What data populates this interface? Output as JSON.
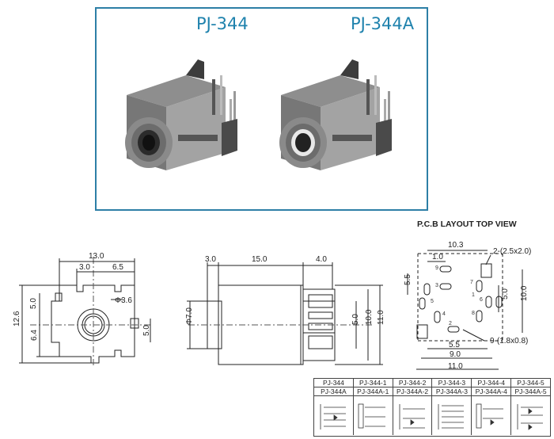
{
  "product_panel": {
    "titles": [
      "PJ-344",
      "PJ-344A"
    ]
  },
  "front_view": {
    "dims": {
      "width": "13.0",
      "offset": "3.0",
      "right": "6.5",
      "height": "12.6",
      "upper": "5.0",
      "lower": "6.4",
      "right_side": "5.0",
      "hole": "Φ3.6"
    }
  },
  "side_view": {
    "dims": {
      "left": "3.0",
      "body": "15.0",
      "tail": "4.0",
      "diameter": "Φ7.0",
      "pin_gap": "5.0",
      "inner_height": "10.0",
      "total_height": "11.0"
    }
  },
  "pcb_layout": {
    "title": "P.C.B LAYOUT    TOP VIEW",
    "dims": {
      "top": "10.3",
      "pad": "2-(2.5x2.0)",
      "small": "1.0",
      "left": "5.5",
      "right": "5.0",
      "height": "10.0",
      "slot": "9-(1.8x0.8)",
      "bottom_a": "5.5",
      "bottom_b": "9.0",
      "bottom_c": "11.0"
    },
    "pin_numbers": [
      "1",
      "2",
      "3",
      "4",
      "5",
      "6",
      "7",
      "8",
      "9"
    ]
  },
  "variant_table": {
    "row1": [
      "PJ-344",
      "PJ-344-1",
      "PJ-344-2",
      "PJ-344-3",
      "PJ-344-4",
      "PJ-344-5"
    ],
    "row2": [
      "PJ-344A",
      "PJ-344A-1",
      "PJ-344A-2",
      "PJ-344A-3",
      "PJ-344A-4",
      "PJ-344A-5"
    ]
  }
}
